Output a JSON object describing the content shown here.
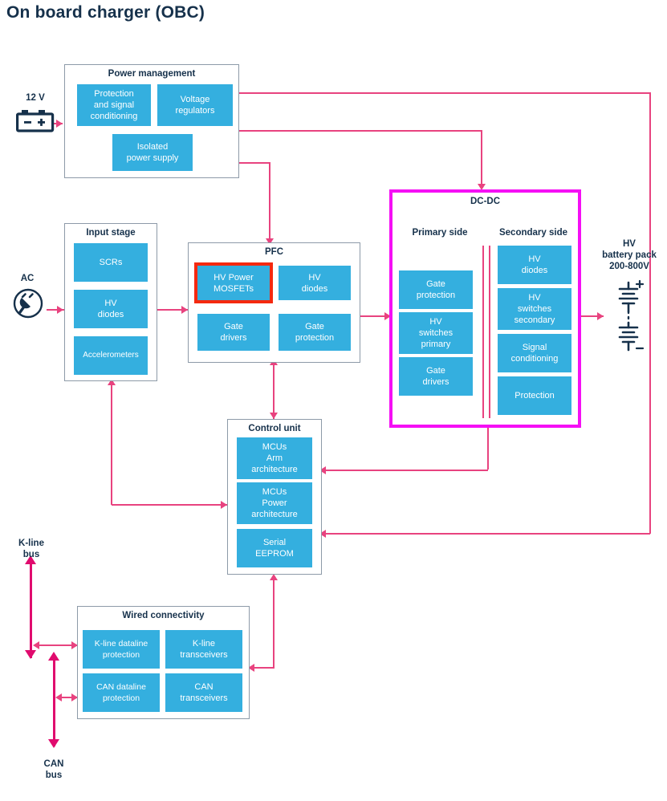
{
  "page": {
    "title": "On board charger (OBC)",
    "accent_blue": "#34afdf",
    "accent_pink": "#e8437f",
    "accent_magenta": "#f50ff5",
    "highlight_red": "#f5290f",
    "text_dark": "#16314b"
  },
  "labels": {
    "v12": "12 V",
    "ac": "AC",
    "hv_battery": "HV\nbattery pack\n200-800V",
    "hv_battery_l1": "HV",
    "hv_battery_l2": "battery pack",
    "hv_battery_l3": "200-800V",
    "kline_bus_l1": "K-line",
    "kline_bus_l2": "bus",
    "can_bus_l1": "CAN",
    "can_bus_l2": "bus"
  },
  "groups": {
    "power_management": {
      "title": "Power management",
      "blocks": [
        {
          "label": "Protection and signal conditioning",
          "lines": [
            "Protection",
            "and signal",
            "conditioning"
          ]
        },
        {
          "label": "Voltage regulators",
          "lines": [
            "Voltage",
            "regulators"
          ]
        },
        {
          "label": "Isolated power supply",
          "lines": [
            "Isolated",
            "power supply"
          ]
        }
      ]
    },
    "input_stage": {
      "title": "Input stage",
      "blocks": [
        {
          "label": "SCRs",
          "lines": [
            "SCRs"
          ]
        },
        {
          "label": "HV diodes",
          "lines": [
            "HV",
            "diodes"
          ]
        },
        {
          "label": "Accelerometers",
          "lines": [
            "Accelerometers"
          ]
        }
      ]
    },
    "pfc": {
      "title": "PFC",
      "blocks": [
        {
          "label": "HV Power MOSFETs",
          "lines": [
            "HV Power",
            "MOSFETs"
          ],
          "highlighted": true
        },
        {
          "label": "HV diodes",
          "lines": [
            "HV",
            "diodes"
          ]
        },
        {
          "label": "Gate drivers",
          "lines": [
            "Gate",
            "drivers"
          ]
        },
        {
          "label": "Gate protection",
          "lines": [
            "Gate",
            "protection"
          ]
        }
      ]
    },
    "dcdc": {
      "title": "DC-DC",
      "primary_title": "Primary side",
      "secondary_title": "Secondary side",
      "primary_blocks": [
        {
          "label": "Gate protection",
          "lines": [
            "Gate",
            "protection"
          ]
        },
        {
          "label": "HV switches primary",
          "lines": [
            "HV",
            "switches",
            "primary"
          ]
        },
        {
          "label": "Gate drivers",
          "lines": [
            "Gate",
            "drivers"
          ]
        }
      ],
      "secondary_blocks": [
        {
          "label": "HV diodes",
          "lines": [
            "HV",
            "diodes"
          ]
        },
        {
          "label": "HV switches secondary",
          "lines": [
            "HV",
            "switches",
            "secondary"
          ]
        },
        {
          "label": "Signal conditioning",
          "lines": [
            "Signal",
            "conditioning"
          ]
        },
        {
          "label": "Protection",
          "lines": [
            "Protection"
          ]
        }
      ]
    },
    "control_unit": {
      "title": "Control unit",
      "blocks": [
        {
          "label": "MCUs Arm architecture",
          "lines": [
            "MCUs",
            "Arm",
            "architecture"
          ]
        },
        {
          "label": "MCUs Power architecture",
          "lines": [
            "MCUs",
            "Power",
            "architecture"
          ]
        },
        {
          "label": "Serial EEPROM",
          "lines": [
            "Serial",
            "EEPROM"
          ]
        }
      ]
    },
    "wired_connectivity": {
      "title": "Wired connectivity",
      "blocks": [
        {
          "label": "K-line dataline protection",
          "lines": [
            "K-line dataline",
            "protection"
          ]
        },
        {
          "label": "K-line transceivers",
          "lines": [
            "K-line",
            "transceivers"
          ]
        },
        {
          "label": "CAN dataline protection",
          "lines": [
            "CAN dataline",
            "protection"
          ]
        },
        {
          "label": "CAN transceivers",
          "lines": [
            "CAN",
            "transceivers"
          ]
        }
      ]
    }
  },
  "icons": {
    "battery_12v": "car-battery-icon",
    "ac_plug": "ac-plug-icon",
    "hv_battery_cells": "battery-cell-stack-icon"
  }
}
